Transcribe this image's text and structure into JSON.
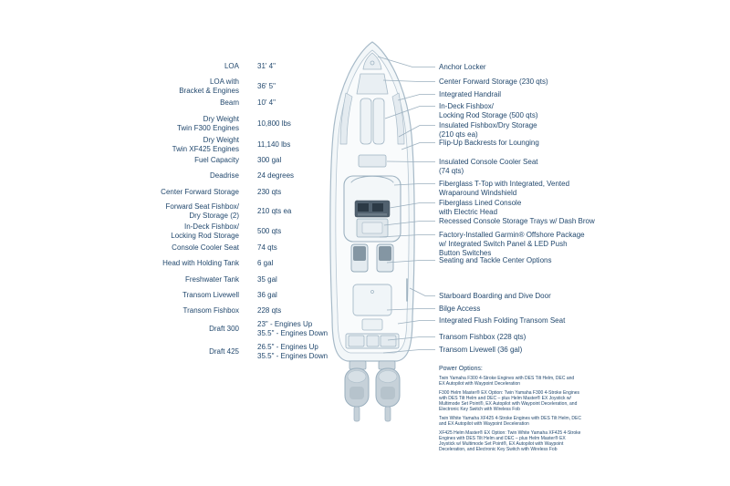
{
  "page": {
    "title": "Boat Specification Sheet",
    "background_color": "#ffffff",
    "text_color": "#23496e",
    "line_color": "#a7bac8",
    "leader_line_color": "#9cb0bf"
  },
  "specs": [
    {
      "label": "LOA",
      "value": "31' 4\""
    },
    {
      "label": "LOA with\nBracket & Engines",
      "value": "36' 5\""
    },
    {
      "label": "Beam",
      "value": "10' 4\""
    },
    {
      "label": "Dry Weight\nTwin F300 Engines",
      "value": "10,800 lbs"
    },
    {
      "label": "Dry Weight\nTwin XF425 Engines",
      "value": "11,140 lbs"
    },
    {
      "label": "Fuel Capacity",
      "value": "300 gal"
    },
    {
      "label": "Deadrise",
      "value": "24 degrees"
    },
    {
      "label": "Center Forward Storage",
      "value": "230 qts"
    },
    {
      "label": "Forward Seat Fishbox/\nDry Storage (2)",
      "value": "210 qts ea"
    },
    {
      "label": "In-Deck Fishbox/\nLocking Rod Storage",
      "value": "500 qts"
    },
    {
      "label": "Console Cooler Seat",
      "value": "74 qts"
    },
    {
      "label": "Head with Holding Tank",
      "value": "6 gal"
    },
    {
      "label": "Freshwater Tank",
      "value": "35 gal"
    },
    {
      "label": "Transom Livewell",
      "value": "36 gal"
    },
    {
      "label": "Transom Fishbox",
      "value": "228 qts"
    },
    {
      "label": "Draft 300",
      "value": "23\" - Engines Up\n35.5\" - Engines Down"
    },
    {
      "label": "Draft 425",
      "value": "26.5\" - Engines Up\n35.5\" - Engines Down"
    }
  ],
  "callouts": [
    {
      "label": "Anchor Locker"
    },
    {
      "label": "Center Forward Storage (230 qts)"
    },
    {
      "label": "Integrated Handrail"
    },
    {
      "label": "In-Deck Fishbox/\nLocking Rod Storage (500 qts)"
    },
    {
      "label": "Insulated Fishbox/Dry Storage\n(210 qts ea)"
    },
    {
      "label": "Flip-Up Backrests for Lounging"
    },
    {
      "label": "Insulated Console Cooler Seat\n(74 qts)"
    },
    {
      "label": "Fiberglass T-Top with Integrated, Vented\nWraparound Windshield"
    },
    {
      "label": "Fiberglass Lined Console\nwith Electric Head"
    },
    {
      "label": "Recessed Console Storage Trays w/ Dash Brow"
    },
    {
      "label": "Factory-Installed Garmin® Offshore Package\nw/ Integrated Switch Panel & LED Push\nButton Switches"
    },
    {
      "label": "Seating and Tackle Center Options"
    },
    {
      "label": "Starboard Boarding and Dive Door"
    },
    {
      "label": "Bilge Access"
    },
    {
      "label": "Integrated Flush Folding Transom Seat"
    },
    {
      "label": "Transom Fishbox (228 qts)"
    },
    {
      "label": "Transom Livewell (36 gal)"
    }
  ],
  "power_options": {
    "title": "Power Options:",
    "items": [
      "Twin Yamaha F300 4-Stroke Engines with DES Tilt Helm, DEC and EX Autopilot with Waypoint Deceleration",
      "F300 Helm Master® EX Option: Twin Yamaha F300 4-Stroke Engines with DES Tilt Helm and DEC – plus Helm Master® EX Joystick w/ Multimode Set Point®, EX Autopilot with Waypoint Deceleration, and Electronic Key Switch with Wireless Fob",
      "Twin White Yamaha XF425 4-Stroke Engines with DES Tilt Helm, DEC and EX Autopilot with Waypoint Deceleration",
      "XF425 Helm Master® EX Option: Twin White Yamaha XF425 4-Stroke Engines with DES Tilt Helm and DEC – plus Helm Master® EX Joystick w/ Multimode Set Point®, EX Autopilot with Waypoint Deceleration, and Electronic Key Switch with Wireless Fob"
    ]
  },
  "diagram": {
    "name": "boat-top-view",
    "description": "Top-down line drawing of a twin-outboard center console boat"
  }
}
